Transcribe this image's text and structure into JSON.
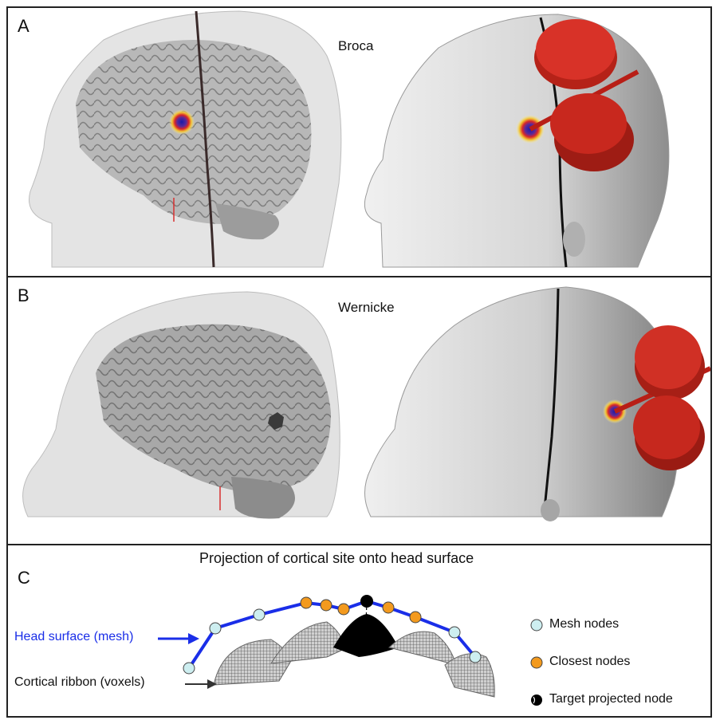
{
  "panel_a": {
    "label": "A",
    "title": "Broca"
  },
  "panel_b": {
    "label": "B",
    "title": "Wernicke"
  },
  "panel_c": {
    "label": "C",
    "title": "Projection of cortical site onto head surface",
    "head_surface_label": "Head surface (mesh)",
    "cortical_ribbon_label": "Cortical ribbon (voxels)",
    "legend": [
      {
        "label": "Mesh nodes",
        "color": "#cdeef0"
      },
      {
        "label": "Closest nodes",
        "color": "#f39a1e"
      },
      {
        "label": "Target projected node",
        "color": "#000000"
      }
    ]
  },
  "colors": {
    "head": "#d9d9d9",
    "coil": "#c6281e",
    "mesh_line": "#1a2ee8",
    "label_blue": "#1a2ee8",
    "ribbon": "#9a9a9a"
  }
}
